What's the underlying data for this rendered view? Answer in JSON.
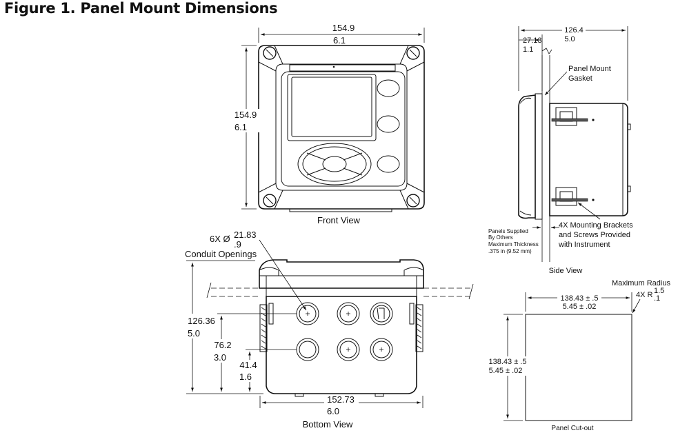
{
  "title": "Figure 1. Panel Mount Dimensions",
  "front": {
    "width_mm": "154.9",
    "width_in": "6.1",
    "height_mm": "154.9",
    "height_in": "6.1",
    "label": "Front View"
  },
  "side": {
    "depth_mm": "126.4",
    "depth_in": "5.0",
    "lip_mm": "27.13",
    "lip_in": "1.1",
    "gasket_label_1": "Panel Mount",
    "gasket_label_2": "Gasket",
    "panels_1": "Panels Supplied",
    "panels_2": "By Others",
    "panels_3": "Maximum Thickness",
    "panels_4": ".375 in (9.52 mm)",
    "brackets_1": "4X Mounting Brackets",
    "brackets_2": "and Screws Provided",
    "brackets_3": "with Instrument",
    "label": "Side View"
  },
  "bottom": {
    "conduit_count": "6X Ø",
    "conduit_mm": "21.83",
    "conduit_in": ".9",
    "conduit_label": "Conduit Openings",
    "h1_mm": "126.36",
    "h1_in": "5.0",
    "h2_mm": "76.2",
    "h2_in": "3.0",
    "h3_mm": "41.4",
    "h3_in": "1.6",
    "width_mm": "152.73",
    "width_in": "6.0",
    "label": "Bottom View"
  },
  "cutout": {
    "radius_label": "Maximum Radius",
    "radius_prefix": "4X R",
    "radius_mm": "1.5",
    "radius_in": ".1",
    "width_mm": "138.43 ± .5",
    "width_in": "5.45 ± .02",
    "height_mm": "138.43 ± .5",
    "height_in": "5.45 ± .02",
    "label": "Panel Cut-out"
  }
}
